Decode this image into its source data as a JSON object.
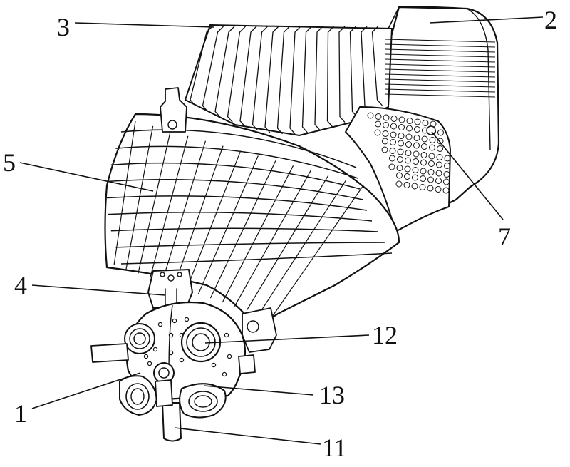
{
  "figure": {
    "labels": [
      {
        "id": "label-3",
        "text": "3"
      },
      {
        "id": "label-2",
        "text": "2"
      },
      {
        "id": "label-5",
        "text": "5"
      },
      {
        "id": "label-7",
        "text": "7"
      },
      {
        "id": "label-4",
        "text": "4"
      },
      {
        "id": "label-12",
        "text": "12"
      },
      {
        "id": "label-13",
        "text": "13"
      },
      {
        "id": "label-1",
        "text": "1"
      },
      {
        "id": "label-11",
        "text": "11"
      }
    ]
  },
  "colors": {
    "line": "#111111",
    "background": "#ffffff"
  }
}
